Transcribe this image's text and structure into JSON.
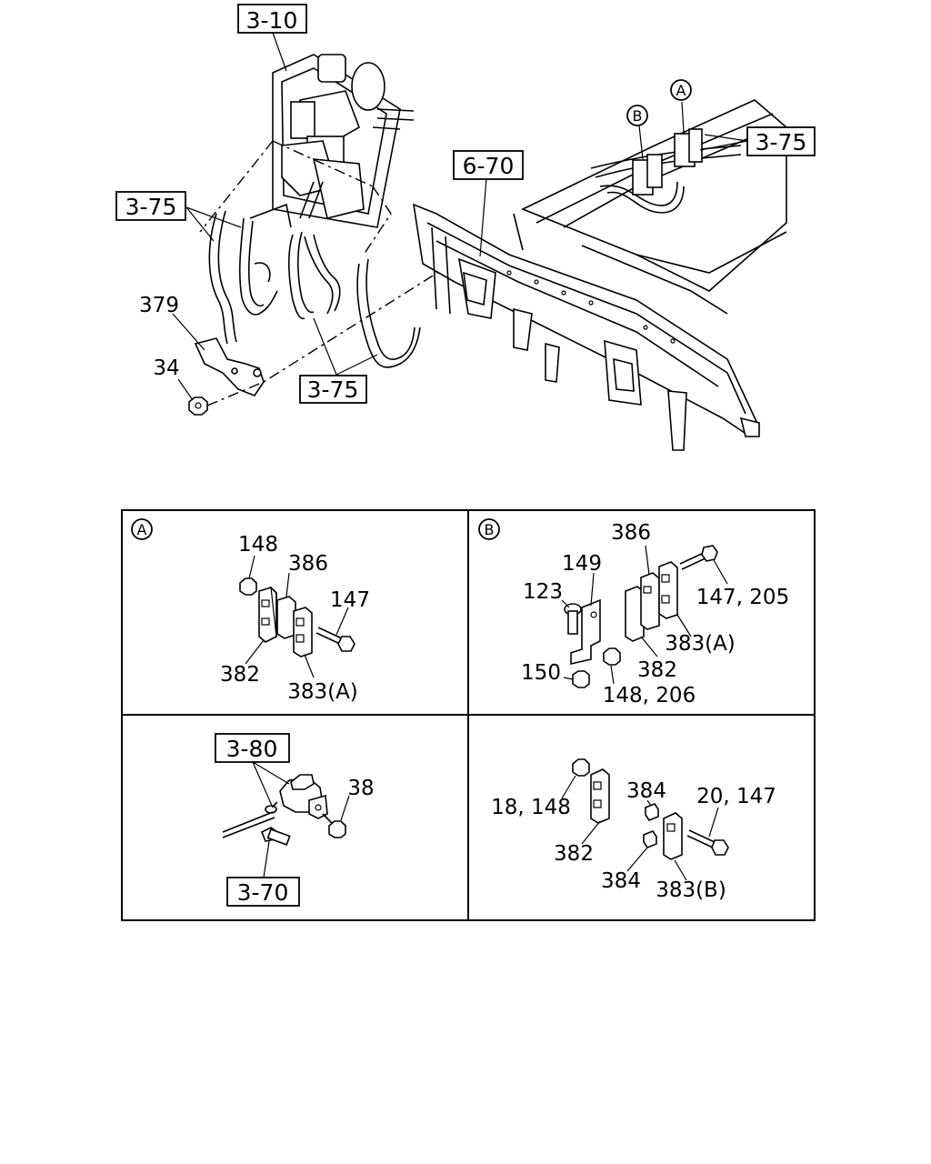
{
  "main": {
    "refs": {
      "r310": "3-10",
      "r670": "6-70",
      "r375_top": "3-75",
      "r375_left": "3-75",
      "r375_bottom": "3-75"
    },
    "parts": {
      "p379": "379",
      "p34": "34"
    },
    "callouts": {
      "A": "A",
      "B": "B"
    }
  },
  "panel_a": {
    "marker": "A",
    "labels": {
      "p148": "148",
      "p386": "386",
      "p147": "147",
      "p382": "382",
      "p383a": "383(A)"
    }
  },
  "panel_b": {
    "marker": "B",
    "labels": {
      "p386": "386",
      "p149": "149",
      "p123": "123",
      "p147_205": "147, 205",
      "p383a": "383(A)",
      "p382": "382",
      "p150": "150",
      "p148_206": "148, 206"
    }
  },
  "panel_c": {
    "refs": {
      "r380": "3-80",
      "r370": "3-70"
    },
    "labels": {
      "p38": "38"
    }
  },
  "panel_d": {
    "labels": {
      "p18_148": "18, 148",
      "p384_top": "384",
      "p20_147": "20, 147",
      "p382": "382",
      "p384_bottom": "384",
      "p383b": "383(B)"
    }
  }
}
